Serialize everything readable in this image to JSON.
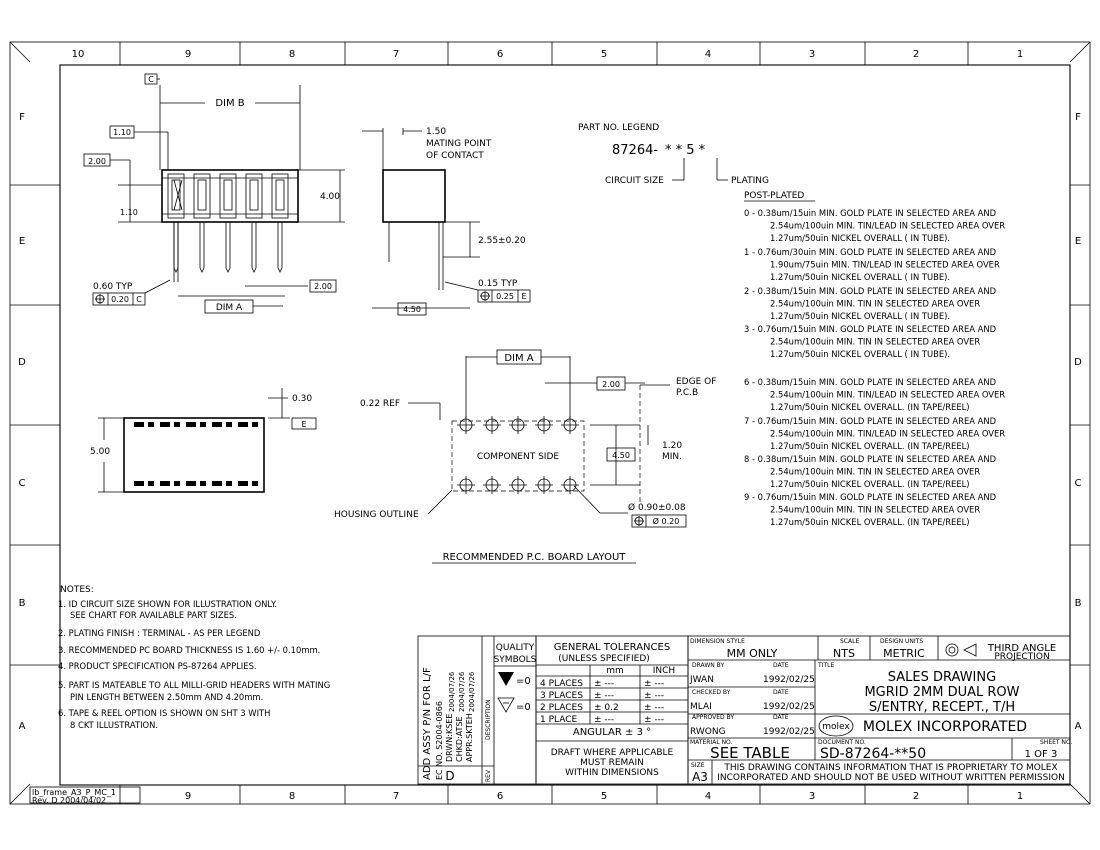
{
  "border": {
    "columns": [
      "10",
      "9",
      "8",
      "7",
      "6",
      "5",
      "4",
      "3",
      "2",
      "1"
    ],
    "rows": [
      "F",
      "E",
      "D",
      "C",
      "B",
      "A"
    ],
    "frame_label": "lb_frame_A3_P_MC_1",
    "frame_rev": "Rev. D 2004/04/02"
  },
  "views": {
    "datum_c": "C",
    "dim_b": "DIM B",
    "dim_1_10_top": "1.10",
    "dim_2_00_left": "2.00",
    "dim_1_10_left": "1.10",
    "dim_4_00": "4.00",
    "dim_0_60_typ": "0.60 TYP",
    "tol_0_20_c": "0.20",
    "tol_0_20_c_datum": "C",
    "dim_a_front": "DIM A",
    "dim_2_00_front": "2.00",
    "dim_1_50": "1.50",
    "mating_point": "MATING POINT",
    "of_contact": "OF CONTACT",
    "dim_2_55": "2.55±0.20",
    "dim_0_15_typ": "0.15 TYP",
    "tol_0_25": "0.25",
    "tol_0_25_datum": "E",
    "dim_4_50_side": "4.50",
    "dim_0_30": "0.30",
    "datum_e": "E",
    "dim_5_00": "5.00"
  },
  "pcb": {
    "dim_a": "DIM A",
    "dim_2_00": "2.00",
    "edge_of": "EDGE OF",
    "pcb_label": "P.C.B",
    "ref_0_22": "0.22 REF",
    "component_side": "COMPONENT SIDE",
    "dim_4_50": "4.50",
    "dim_1_20": "1.20",
    "min": "MIN.",
    "housing_outline": "HOUSING OUTLINE",
    "hole_dia": "Ø 0.90±0.08",
    "hole_tol": "Ø 0.20",
    "title": "RECOMMENDED P.C. BOARD LAYOUT"
  },
  "legend": {
    "title": "PART NO. LEGEND",
    "part_prefix": "87264-",
    "part_code": "* * 5 *",
    "circuit_size": "CIRCUIT SIZE",
    "plating": "PLATING",
    "post_plated": "POST-PLATED",
    "items": [
      [
        "0 - 0.38um/15uin MIN. GOLD PLATE IN SELECTED AREA AND",
        "2.54um/100uin MIN. TIN/LEAD IN SELECTED AREA OVER",
        "1.27um/50uin NICKEL OVERALL ( IN TUBE)."
      ],
      [
        "1 - 0.76um/30uin MIN. GOLD PLATE IN SELECTED AREA AND",
        "1.90um/75uin MIN. TIN/LEAD IN SELECTED AREA OVER",
        "1.27um/50uin NICKEL OVERALL ( IN TUBE)."
      ],
      [
        "2 - 0.38um/15uin MIN. GOLD PLATE IN SELECTED AREA AND",
        "2.54um/100uin MIN. TIN IN SELECTED AREA OVER",
        "1.27um/50uin NICKEL OVERALL ( IN TUBE)."
      ],
      [
        "3 - 0.76um/15uin MIN. GOLD PLATE IN SELECTED AREA AND",
        "2.54um/100uin MIN. TIN IN SELECTED AREA OVER",
        "1.27um/50uin NICKEL OVERALL ( IN TUBE)."
      ],
      [
        "6 - 0.38um/15uin MIN. GOLD PLATE IN SELECTED AREA AND",
        "2.54um/100uin MIN. TIN/LEAD IN SELECTED AREA OVER",
        "1.27um/50uin NICKEL OVERALL. (IN TAPE/REEL)"
      ],
      [
        "7 - 0.76um/15uin MIN. GOLD PLATE IN SELECTED AREA AND",
        "2.54um/100uin MIN. TIN/LEAD IN SELECTED AREA OVER",
        "1.27um/50uin NICKEL OVERALL. (IN TAPE/REEL)"
      ],
      [
        "8 - 0.38um/15uin MIN. GOLD PLATE IN SELECTED AREA AND",
        "2.54um/100uin MIN. TIN IN SELECTED AREA OVER",
        "1.27um/50uin NICKEL OVERALL. (IN TAPE/REEL)"
      ],
      [
        "9 - 0.76um/15uin MIN. GOLD PLATE IN SELECTED AREA AND",
        "2.54um/100uin MIN. TIN IN SELECTED AREA OVER",
        "1.27um/50uin NICKEL OVERALL. (IN TAPE/REEL)"
      ]
    ]
  },
  "notes": {
    "heading": "NOTES:",
    "lines": [
      "1. ID CIRCUIT SIZE SHOWN FOR ILLUSTRATION ONLY.",
      "SEE CHART FOR AVAILABLE PART SIZES.",
      "2. PLATING FINISH : TERMINAL - AS PER LEGEND",
      "3. RECOMMENDED PC BOARD THICKNESS IS 1.60 +/- 0.10mm.",
      "4. PRODUCT SPECIFICATION PS-87264 APPLIES.",
      "5. PART IS MATEABLE TO ALL MILLI-GRID HEADERS WITH MATING",
      "PIN LENGTH BETWEEN 2.50mm AND 4.20mm.",
      "6. TAPE & REEL OPTION IS SHOWN ON SHT 3 WITH",
      "8 CKT ILLUSTRATION."
    ]
  },
  "revision": {
    "add_assy": "ADD ASSY P/N FOR L/F",
    "ec_no": "EC NO. S2004-0866",
    "drwn": "DRWN:KSEE",
    "chkd": "CHKD:ATSE",
    "appr": "APPR:SKTEH",
    "date1": "2004/07/26",
    "date2": "2004/07/26",
    "date3": "2004/07/26",
    "description": "DESCRIPTION",
    "rev_label": "REV",
    "rev": "D"
  },
  "title_block": {
    "quality": "QUALITY",
    "symbols": "SYMBOLS",
    "sym1": "=0",
    "sym2": "=0",
    "gen_tol": "GENERAL TOLERANCES",
    "unless": "(UNLESS SPECIFIED)",
    "mm": "mm",
    "inch": "INCH",
    "places": [
      [
        "4 PLACES",
        "± ---",
        "± ---"
      ],
      [
        "3 PLACES",
        "± ---",
        "± ---"
      ],
      [
        "2 PLACES",
        "± 0.2",
        "± ---"
      ],
      [
        "1 PLACE",
        "± ---",
        "± ---"
      ]
    ],
    "angular": "ANGULAR ± 3 °",
    "draft1": "DRAFT WHERE APPLICABLE",
    "draft2": "MUST REMAIN",
    "draft3": "WITHIN DIMENSIONS",
    "dim_style_label": "DIMENSION STYLE",
    "dim_style": "MM ONLY",
    "scale_label": "SCALE",
    "scale": "NTS",
    "units_label": "DESIGN UNITS",
    "units": "METRIC",
    "third": "THIRD ANGLE",
    "projection": "PROJECTION",
    "drawn_by_label": "DRAWN BY",
    "drawn_by": "JWAN",
    "date_label": "DATE",
    "drawn_date": "1992/02/25",
    "checked_label": "CHECKED BY",
    "checked_by": "MLAI",
    "checked_date": "1992/02/25",
    "approved_label": "APPROVED BY",
    "approved_by": "RWONG",
    "approved_date": "1992/02/25",
    "title_label": "TITLE",
    "title1": "SALES DRAWING",
    "title2": "MGRID 2MM DUAL ROW",
    "title3": "S/ENTRY, RECEPT., T/H",
    "logo": "molex",
    "company": "MOLEX INCORPORATED",
    "material_label": "MATERIAL NO.",
    "material": "SEE TABLE",
    "document_label": "DOCUMENT NO.",
    "document": "SD-87264-**50",
    "sheet_label": "SHEET NO.",
    "sheet": "1 OF 3",
    "size_label": "SIZE",
    "size": "A3",
    "proprietary1": "THIS DRAWING CONTAINS INFORMATION THAT IS PROPRIETARY TO MOLEX",
    "proprietary2": "INCORPORATED AND SHOULD NOT BE USED WITHOUT WRITTEN PERMISSION"
  }
}
